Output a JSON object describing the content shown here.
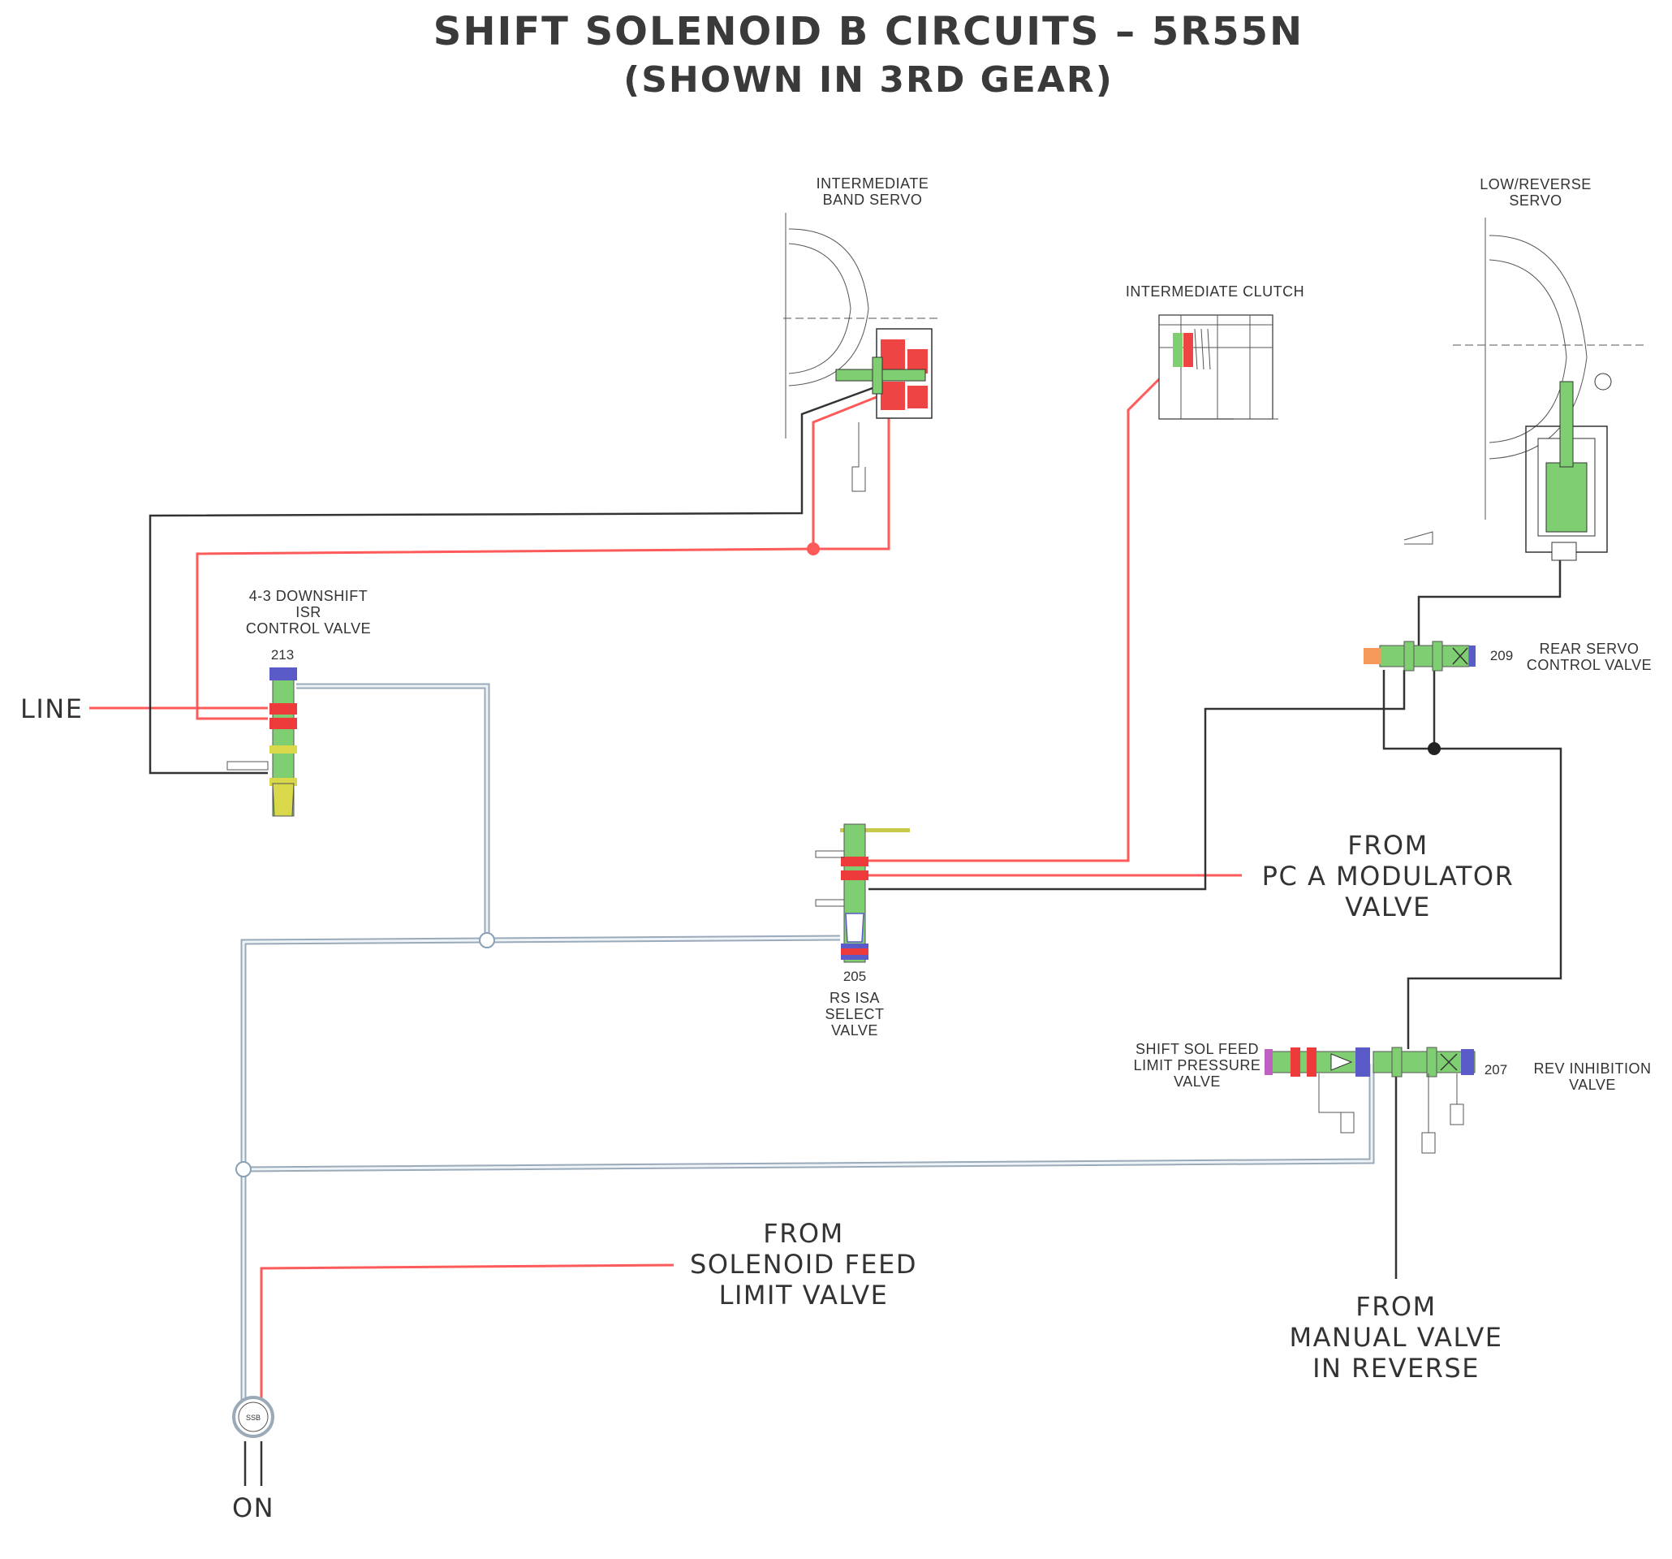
{
  "title": {
    "line1": "SHIFT SOLENOID B CIRCUITS – 5R55N",
    "line2": "(SHOWN IN 3RD GEAR)"
  },
  "components": {
    "intermediate_band_servo": [
      "INTERMEDIATE",
      "BAND SERVO"
    ],
    "intermediate_clutch": [
      "INTERMEDIATE CLUTCH"
    ],
    "low_reverse_servo": [
      "LOW/REVERSE",
      "SERVO"
    ],
    "downshift_valve": [
      "4-3 DOWNSHIFT",
      "ISR",
      "CONTROL VALVE"
    ],
    "downshift_valve_number": "213",
    "rear_servo_valve": [
      "REAR SERVO",
      "CONTROL VALVE"
    ],
    "rear_servo_valve_number": "209",
    "rs_isa_valve": [
      "RS ISA",
      "SELECT",
      "VALVE"
    ],
    "rs_isa_valve_number": "205",
    "shift_sol_feed_valve": [
      "SHIFT SOL FEED",
      "LIMIT PRESSURE",
      "VALVE"
    ],
    "rev_inhibition_valve": [
      "REV INHIBITION",
      "VALVE"
    ],
    "rev_inhibition_valve_number": "207",
    "solenoid_badge": "SSB"
  },
  "sources": {
    "line": "LINE",
    "pc_a_modulator": [
      "FROM",
      "PC A MODULATOR",
      "VALVE"
    ],
    "solenoid_feed_limit": [
      "FROM",
      "SOLENOID FEED",
      "LIMIT VALVE"
    ],
    "manual_valve_reverse": [
      "FROM",
      "MANUAL VALVE",
      "IN REVERSE"
    ],
    "on": "ON"
  },
  "colors": {
    "pressurized": "#ff5a5a",
    "exhaust_line": "#333333",
    "solenoid_circuit": "#c8d6e4",
    "valve_body": "#7fcf72",
    "valve_land_red": "#ee3a3a",
    "valve_land_blue": "#5a5ac8",
    "valve_land_yellow": "#d8d84a",
    "valve_land_orange": "#f59a5a"
  }
}
